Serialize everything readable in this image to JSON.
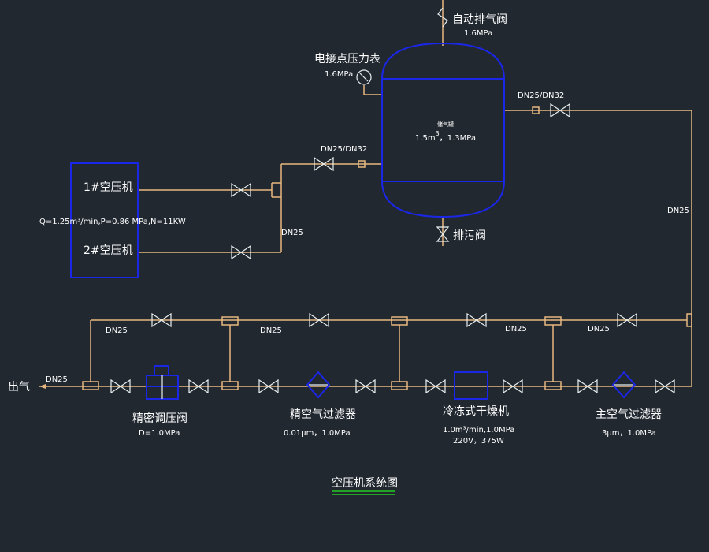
{
  "diagram": {
    "title": "空压机系统图",
    "colors": {
      "background": "#212830",
      "pipe": "#E8B77F",
      "equipment": "#1B27E8",
      "text": "#FFFFFF",
      "title_underline": "#22CC22"
    },
    "compressors": {
      "unit1": "1#空压机",
      "unit2": "2#空压机",
      "spec": "Q=1.25m³/min,P=0.86 MPa,N=11KW"
    },
    "tank": {
      "name": "储气罐",
      "spec_prefix": "1.5m",
      "spec_sup": "3",
      "spec_suffix": "，1.3MPa"
    },
    "auto_vent_valve": {
      "name": "自动排气阀",
      "pressure": "1.6MPa"
    },
    "pressure_gauge": {
      "name": "电接点压力表",
      "pressure": "1.6MPa"
    },
    "drain_valve": {
      "name": "排污阀"
    },
    "pipe_labels": {
      "tank_in": "DN25/DN32",
      "tank_out": "DN25/DN32",
      "riser": "DN25",
      "right_vertical": "DN25",
      "bypass_1": "DN25",
      "bypass_2": "DN25",
      "bypass_3": "DN25",
      "bypass_4": "DN25",
      "outlet": "DN25"
    },
    "outlet": {
      "label": "出气"
    },
    "components": [
      {
        "name": "精密调压阀",
        "spec": "D=1.0MPa"
      },
      {
        "name": "精空气过滤器",
        "spec": "0.01μm，1.0MPa"
      },
      {
        "name": "冷冻式干燥机",
        "spec": "1.0m³/min,1.0MPa",
        "spec2": "220V，375W"
      },
      {
        "name": "主空气过滤器",
        "spec": "3μm，1.0MPa"
      }
    ]
  }
}
